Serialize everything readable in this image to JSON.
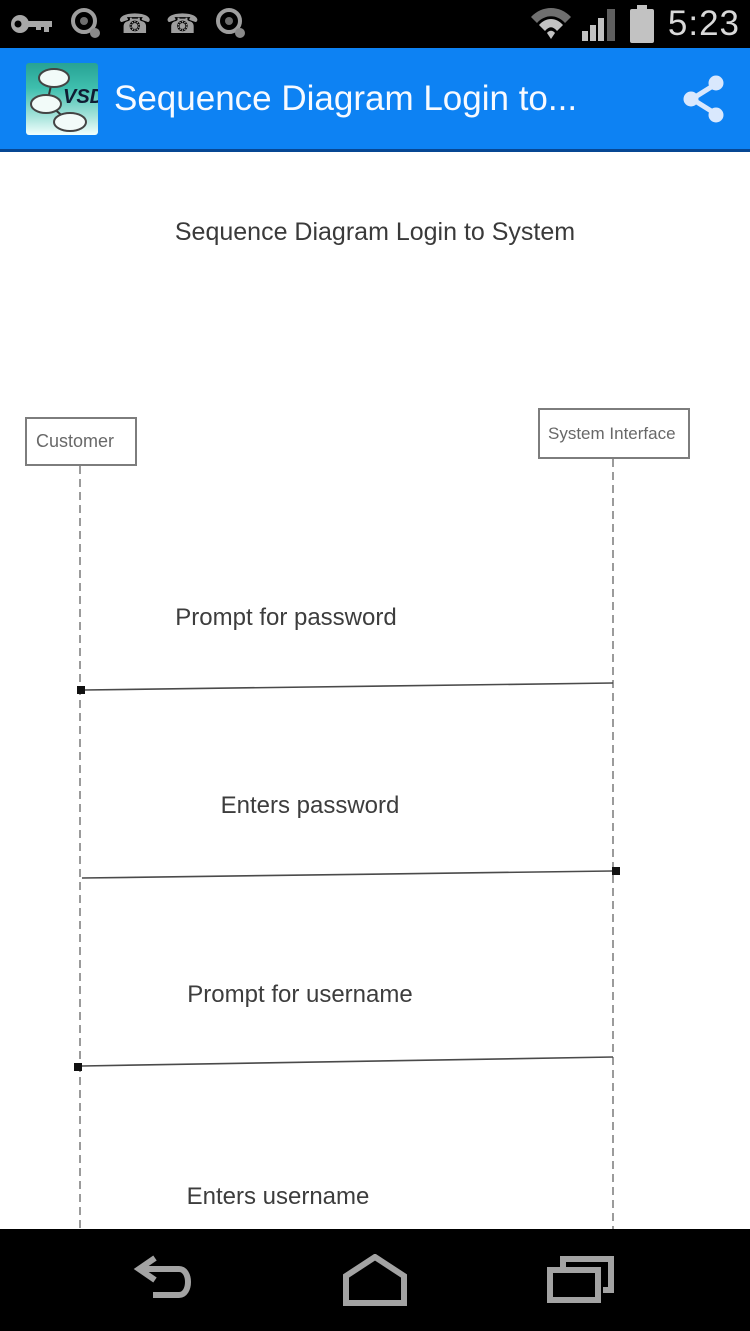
{
  "status_bar": {
    "time": "5:23",
    "phone_glyph": "☎",
    "icons_left": [
      "key-icon",
      "alarm-icon",
      "phone-icon",
      "phone-icon",
      "alarm-icon"
    ],
    "icons_right": [
      "wifi-icon",
      "signal-icon",
      "battery-icon"
    ]
  },
  "app_bar": {
    "title": "Sequence Diagram Login to...",
    "app_icon_label": "VSD",
    "accent_color": "#0d82f3",
    "action_icon": "share-icon"
  },
  "diagram": {
    "title": "Sequence Diagram Login to System",
    "actors": [
      {
        "name": "Customer"
      },
      {
        "name": "System Interface"
      }
    ],
    "messages": [
      {
        "label": "Prompt for password",
        "from": "System Interface",
        "to": "Customer",
        "direction": "left"
      },
      {
        "label": "Enters password",
        "from": "Customer",
        "to": "System Interface",
        "direction": "right"
      },
      {
        "label": "Prompt for username",
        "from": "System Interface",
        "to": "Customer",
        "direction": "left"
      },
      {
        "label": "Enters username",
        "from": "Customer",
        "to": "System Interface",
        "direction": "right"
      }
    ]
  },
  "nav_bar": {
    "icons": [
      "back-icon",
      "home-icon",
      "recents-icon"
    ]
  }
}
